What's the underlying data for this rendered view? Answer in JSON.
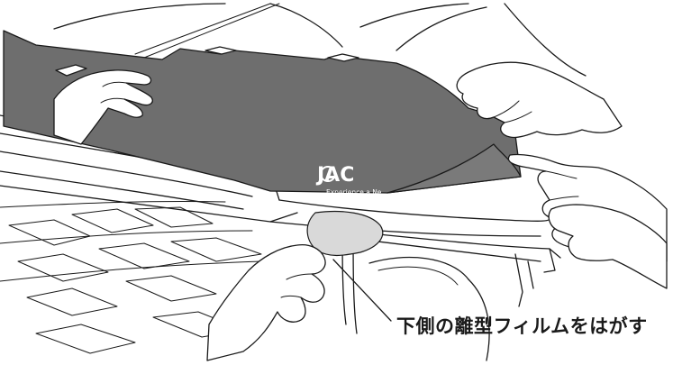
{
  "callout": {
    "label": "下側の離型フィルムをはがす"
  },
  "decal": {
    "logo_text": "JAC",
    "tagline": "Experience a Ne",
    "fill_color": "#6e6e6e",
    "backing_color": "#d9d9d9"
  }
}
